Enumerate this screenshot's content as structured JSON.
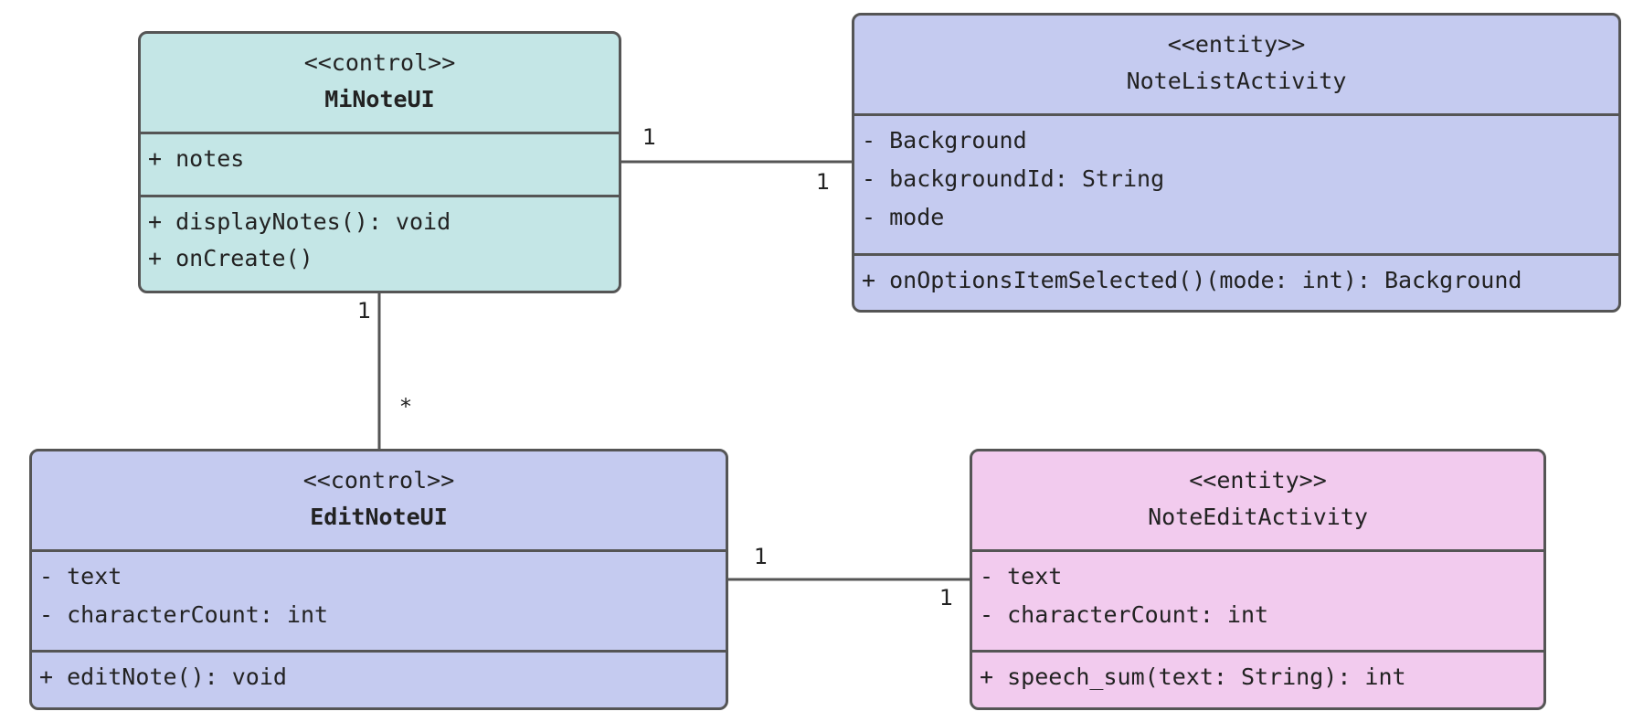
{
  "classes": {
    "minoteui": {
      "stereotype": "<<control>>",
      "name": "MiNoteUI",
      "attributes": [
        "+ notes"
      ],
      "operations": [
        "+ displayNotes(): void",
        "+ onCreate()"
      ],
      "color": "#c4e6e6"
    },
    "notelistactivity": {
      "stereotype": "<<entity>>",
      "name": "NoteListActivity",
      "attributes": [
        "- Background",
        "- backgroundId: String",
        "- mode"
      ],
      "operations": [
        "+ onOptionsItemSelected()(mode: int): Background"
      ],
      "color": "#c5cbf0"
    },
    "editnoteui": {
      "stereotype": "<<control>>",
      "name": "EditNoteUI",
      "attributes": [
        "- text",
        "- characterCount: int"
      ],
      "operations": [
        "+ editNote(): void"
      ],
      "color": "#c5cbf0"
    },
    "noteeditactivity": {
      "stereotype": "<<entity>>",
      "name": "NoteEditActivity",
      "attributes": [
        "- text",
        "- characterCount: int"
      ],
      "operations": [
        "+ speech_sum(text: String): int"
      ],
      "color": "#f2cbee"
    }
  },
  "associations": [
    {
      "from": "MiNoteUI",
      "to": "NoteListActivity",
      "from_mult": "1",
      "to_mult": "1"
    },
    {
      "from": "MiNoteUI",
      "to": "EditNoteUI",
      "from_mult": "1",
      "to_mult": "*"
    },
    {
      "from": "EditNoteUI",
      "to": "NoteEditActivity",
      "from_mult": "1",
      "to_mult": "1"
    }
  ],
  "colors": {
    "border": "#555555",
    "text": "#222222"
  }
}
